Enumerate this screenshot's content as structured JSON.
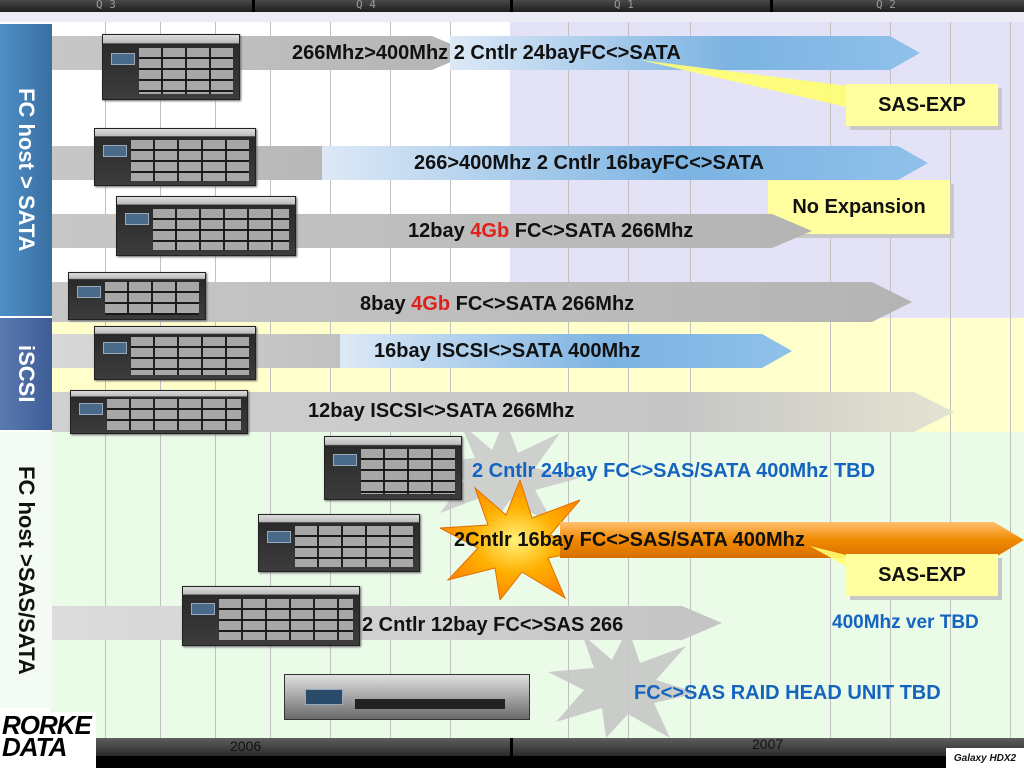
{
  "header": {
    "quarters": [
      "Q 3",
      "Q 4",
      "Q 1",
      "Q 2"
    ]
  },
  "categories": {
    "fc_sata": "FC host > SATA",
    "iscsi": "iSCSI",
    "fc_sas": "FC host >SAS/SATA"
  },
  "products": {
    "p1": "266Mhz>400Mhz 2 Cntlr 24bayFC<>SATA",
    "p2": "266>400Mhz 2 Cntlr 16bayFC<>SATA",
    "p3_pre": "12bay ",
    "p3_red": "4Gb",
    "p3_post": " FC<>SATA 266Mhz",
    "p4_pre": "8bay ",
    "p4_red": "4Gb",
    "p4_post": " FC<>SATA 266Mhz",
    "p5": "16bay ISCSI<>SATA 400Mhz",
    "p6": "12bay ISCSI<>SATA 266Mhz",
    "p7": "2 Cntlr 24bay FC<>SAS/SATA 400Mhz  TBD",
    "p8": "2Cntlr 16bay FC<>SAS/SATA 400Mhz",
    "p9": "2 Cntlr 12bay FC<>SAS 266",
    "p9_note": "400Mhz ver TBD",
    "p10": "FC<>SAS RAID HEAD UNIT TBD"
  },
  "notes": {
    "sas_exp_1": "SAS-EXP",
    "no_expansion": "No Expansion",
    "sas_exp_2": "SAS-EXP"
  },
  "footer": {
    "year_2006": "2006",
    "year_2007": "2007",
    "logo": "RORKE DATA",
    "galaxy": "Galaxy HDX2"
  },
  "colors": {
    "accent_red": "#e0201a",
    "tbd_blue": "#1564c0",
    "note_yellow": "#ffffa0",
    "orange": "#f08a00"
  }
}
